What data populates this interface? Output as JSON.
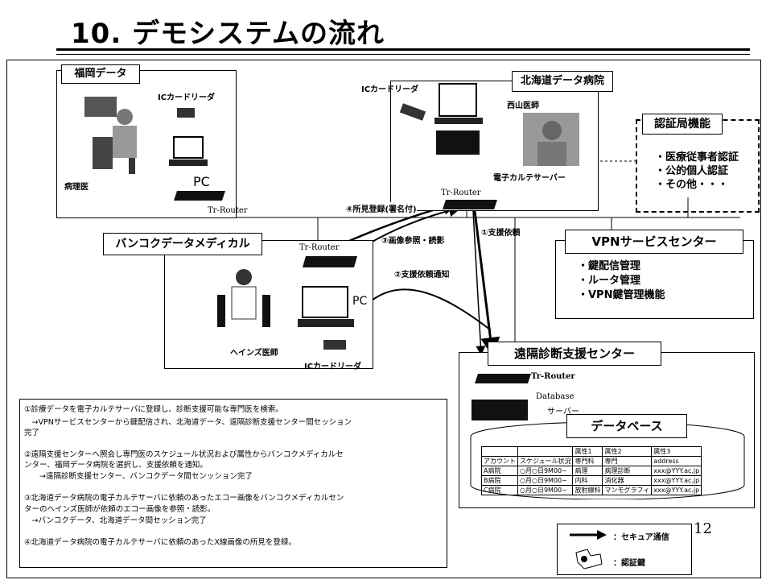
{
  "title": "10. デモシステムの流れ",
  "fukuoka": {
    "title": "福岡データ",
    "ic_reader": "ICカードリーダ",
    "pathologist": "病理医",
    "pc": "PC",
    "router": "Tr-Router"
  },
  "hokkaido": {
    "title": "北海道データ病院",
    "ic_reader": "ICカードリーダ",
    "doctor": "西山医師",
    "server": "電子カルテサーバー",
    "router": "Tr-Router"
  },
  "cert": {
    "title": "認証局機能",
    "items": [
      "・医療従事者認証",
      "・公的個人認証",
      "・その他・・・"
    ]
  },
  "vpn": {
    "title": "VPNサービスセンター",
    "items": [
      "・鍵配信管理",
      "・ルータ管理",
      "・VPN鍵管理機能"
    ]
  },
  "bangkok": {
    "title": "バンコクデータメディカル",
    "router": "Tr-Router",
    "pc": "PC",
    "doctor": "ヘインズ医師",
    "ic_reader": "ICカードリーダ"
  },
  "remote": {
    "title": "遠隔診断支援センター",
    "router": "Tr-Router",
    "db_server": "Database",
    "server": "サーバー",
    "db_title": "データベース"
  },
  "flows": {
    "f1": "①支援依頼",
    "f2": "②支援依頼通知",
    "f3": "③画像参照・読影",
    "f4": "④所見登録(署名付)"
  },
  "db_table": {
    "rows": [
      [
        "",
        "",
        "属性1",
        "属性2",
        "属性3"
      ],
      [
        "アカウント",
        "スケジュール状況",
        "専門科",
        "専門",
        "address"
      ],
      [
        "A病院",
        "○月○日9M00~",
        "病理",
        "病理診断",
        "xxx@YYY.ac.jp"
      ],
      [
        "B病院",
        "○月○日9M00~",
        "内科",
        "消化器",
        "xxx@YYY.ac.jp"
      ],
      [
        "C病院",
        "○月○日9M00~",
        "放射線科",
        "マンモグラフィ",
        "xxx@YYY.ac.jp"
      ]
    ]
  },
  "notes": [
    "①診療データを電子カルテサーバに登録し、診断支援可能な専門医を検索。",
    "　→VPNサービスセンターから鍵配信され、北海道データ、遠隔診断支援センター間セッション",
    "完了",
    "②遠隔支援センターへ照会し専門医のスケジュール状況および属性からバンコクメディカルセ",
    "ンター、福岡データ病院を選択し、支援依頼を通知。",
    "　　→遠隔診断支援センター、バンコクデータ間センッション完了",
    "③北海道データ病院の電子カルテサーバに依頼のあったエコー画像をバンコクメディカルセン",
    "ターのヘインズ医師が依頼のエコー画像を参照・読影。",
    "　→バンコクデータ、北海道データ間セッション完了",
    "④北海道データ病院の電子カルテサーバに依頼のあったX線画像の所見を登録。"
  ],
  "legend": {
    "secure": "：セキュア通信",
    "key": "：認証鍵"
  },
  "page_number": "12"
}
